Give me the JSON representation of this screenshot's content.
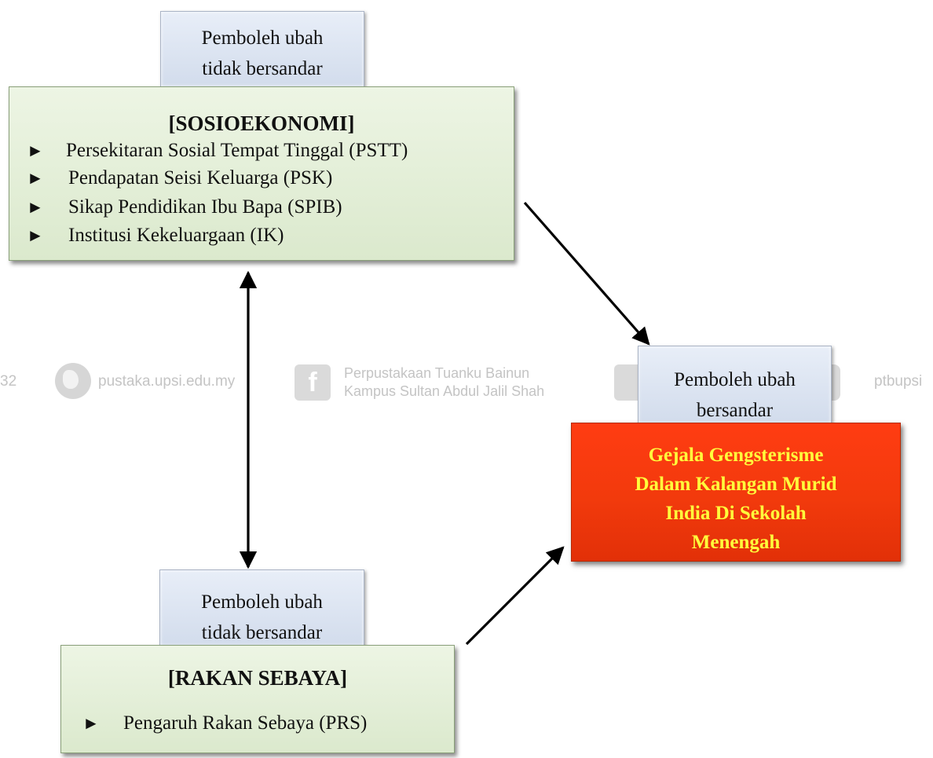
{
  "watermark": {
    "prefix": "32",
    "site": "pustaka.upsi.edu.my",
    "library_line1": "Perpustakaan Tuanku Bainun",
    "library_line2": "Kampus Sultan Abdul Jalil Shah",
    "facebook_glyph": "f",
    "handle": "ptbupsi",
    "icons": [
      "globe-icon",
      "facebook-icon",
      "twitter-icon",
      "instagram-icon"
    ]
  },
  "iv1": {
    "tab_line1": "Pemboleh ubah",
    "tab_line2": "tidak bersandar",
    "title": "[SOSIOEKONOMI]",
    "bullet": "►",
    "items": [
      "Persekitaran Sosial Tempat Tinggal (PSTT)",
      "Pendapatan Seisi Keluarga (PSK)",
      "Sikap Pendidikan Ibu Bapa (SPIB)",
      "Institusi Kekeluargaan (IK)"
    ]
  },
  "iv2": {
    "tab_line1": "Pemboleh ubah",
    "tab_line2": "tidak bersandar",
    "title": "[RAKAN SEBAYA]",
    "bullet": "►",
    "items": [
      "Pengaruh Rakan Sebaya (PRS)"
    ]
  },
  "dv": {
    "tab_line1": "Pemboleh ubah",
    "tab_line2": "bersandar",
    "lines": [
      "Gejala Gengsterisme",
      "Dalam Kalangan Murid",
      "India Di Sekolah",
      "Menengah"
    ]
  },
  "colors": {
    "tab_fill": "#d8e1ef",
    "iv_fill": "#e2edd6",
    "dv_fill": "#f23a0c",
    "dv_text": "#ffff3c",
    "arrow": "#000000"
  }
}
